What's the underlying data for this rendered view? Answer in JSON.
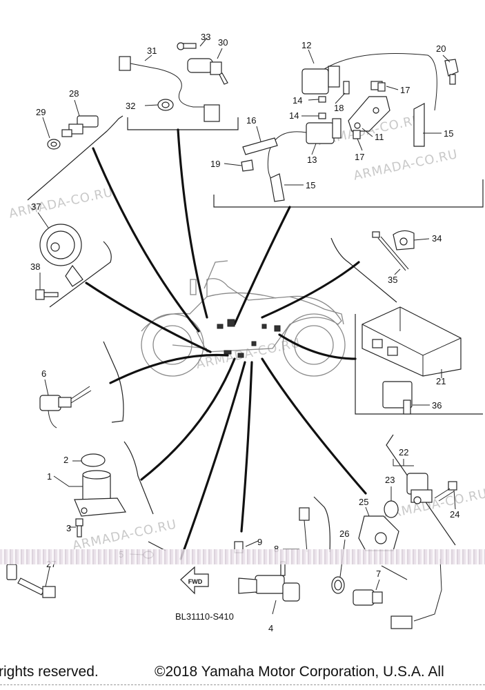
{
  "diagram": {
    "callouts": [
      "1",
      "2",
      "3",
      "4",
      "5",
      "6",
      "7",
      "8",
      "9",
      "11",
      "12",
      "13",
      "14",
      "14",
      "15",
      "15",
      "16",
      "17",
      "17",
      "18",
      "19",
      "20",
      "21",
      "22",
      "23",
      "24",
      "25",
      "26",
      "27",
      "28",
      "29",
      "30",
      "31",
      "32",
      "33",
      "34",
      "35",
      "36",
      "37",
      "38"
    ],
    "drawing_code": "BL31110-S410",
    "fwd_label": "FWD",
    "watermark": "ARMADA-CO.RU"
  },
  "footer": {
    "left_text": "rights reserved.",
    "right_text": "©2018 Yamaha Motor Corporation, U.S.A. All"
  },
  "colors": {
    "line": "#222222",
    "watermark": "#c9c9c9",
    "background": "#ffffff"
  }
}
